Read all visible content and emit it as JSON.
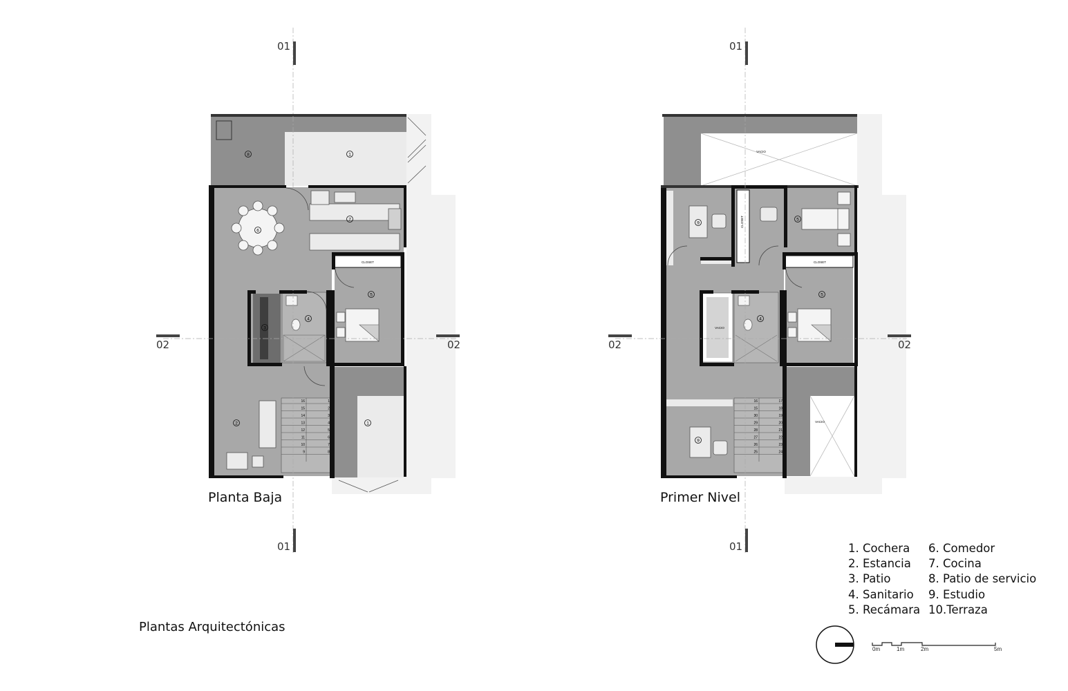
{
  "sheet_title": "Plantas Arquitectónicas",
  "plans": [
    {
      "title": "Planta Baja",
      "axis_labels": {
        "top": "01",
        "bottom": "01",
        "left": "02",
        "right": "02"
      },
      "room_markers": [
        "1",
        "8",
        "6",
        "7",
        "5",
        "3",
        "4",
        "2",
        "1"
      ],
      "closet_label": "CLOSET",
      "stair_numbers": [
        "16",
        "15",
        "14",
        "13",
        "12",
        "11",
        "10",
        "9",
        "1",
        "2",
        "3",
        "4",
        "5",
        "6",
        "7",
        "8"
      ]
    },
    {
      "title": "Primer Nivel",
      "axis_labels": {
        "top": "01",
        "bottom": "01",
        "left": "02",
        "right": "02"
      },
      "room_markers": [
        "9",
        "5",
        "5",
        "4",
        "9"
      ],
      "closet_labels": [
        "CLOSET",
        "CLOSET"
      ],
      "void_label": "VACIO",
      "stair_numbers": [
        "16",
        "15",
        "30",
        "29",
        "28",
        "27",
        "26",
        "25",
        "17",
        "18",
        "19",
        "20",
        "21",
        "22",
        "23",
        "24"
      ]
    }
  ],
  "legend": [
    "1. Cochera",
    "6. Comedor",
    "2. Estancia",
    "7. Cocina",
    "3. Patio",
    "8. Patio de servicio",
    "4. Sanitario",
    "9. Estudio",
    "5. Recámara",
    "10.Terraza"
  ],
  "scale_bar": {
    "ticks": [
      "0m",
      "1m",
      "2m",
      "5m"
    ]
  },
  "north_arrow": {
    "icon": "north-arrow-icon"
  },
  "colors": {
    "wall": "#111111",
    "floor": "#a8a8a8",
    "service_floor": "#8d8d8d",
    "light_floor": "#ebebeb",
    "ground": "#f2f2f2"
  }
}
